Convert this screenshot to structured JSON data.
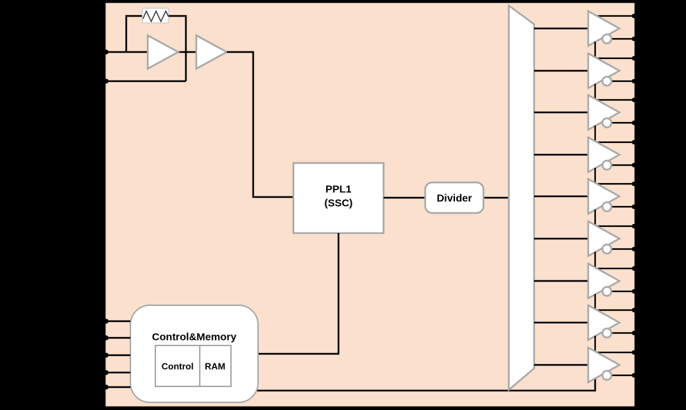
{
  "blocks": {
    "pll": {
      "line1": "PPL1",
      "line2": "(SSC)"
    },
    "divider": {
      "label": "Divider"
    },
    "control_memory": {
      "title": "Control&Memory",
      "control": "Control",
      "ram": "RAM"
    }
  },
  "colors": {
    "chip": "#FAE0CD",
    "line": "#000000",
    "shape_border": "#A8A8A8",
    "shape_fill": "#FFFFFF",
    "background": "#000000",
    "resistor_zigzag": "#444444"
  },
  "diagram": {
    "output_buffer_count": 9,
    "buffer_centers_y": [
      41,
      102,
      162,
      223,
      283,
      344,
      405,
      465,
      526
    ],
    "left_pins_oscillator_y": [
      75,
      117
    ],
    "left_pins_control_y": [
      463,
      487,
      512,
      537,
      558
    ]
  }
}
